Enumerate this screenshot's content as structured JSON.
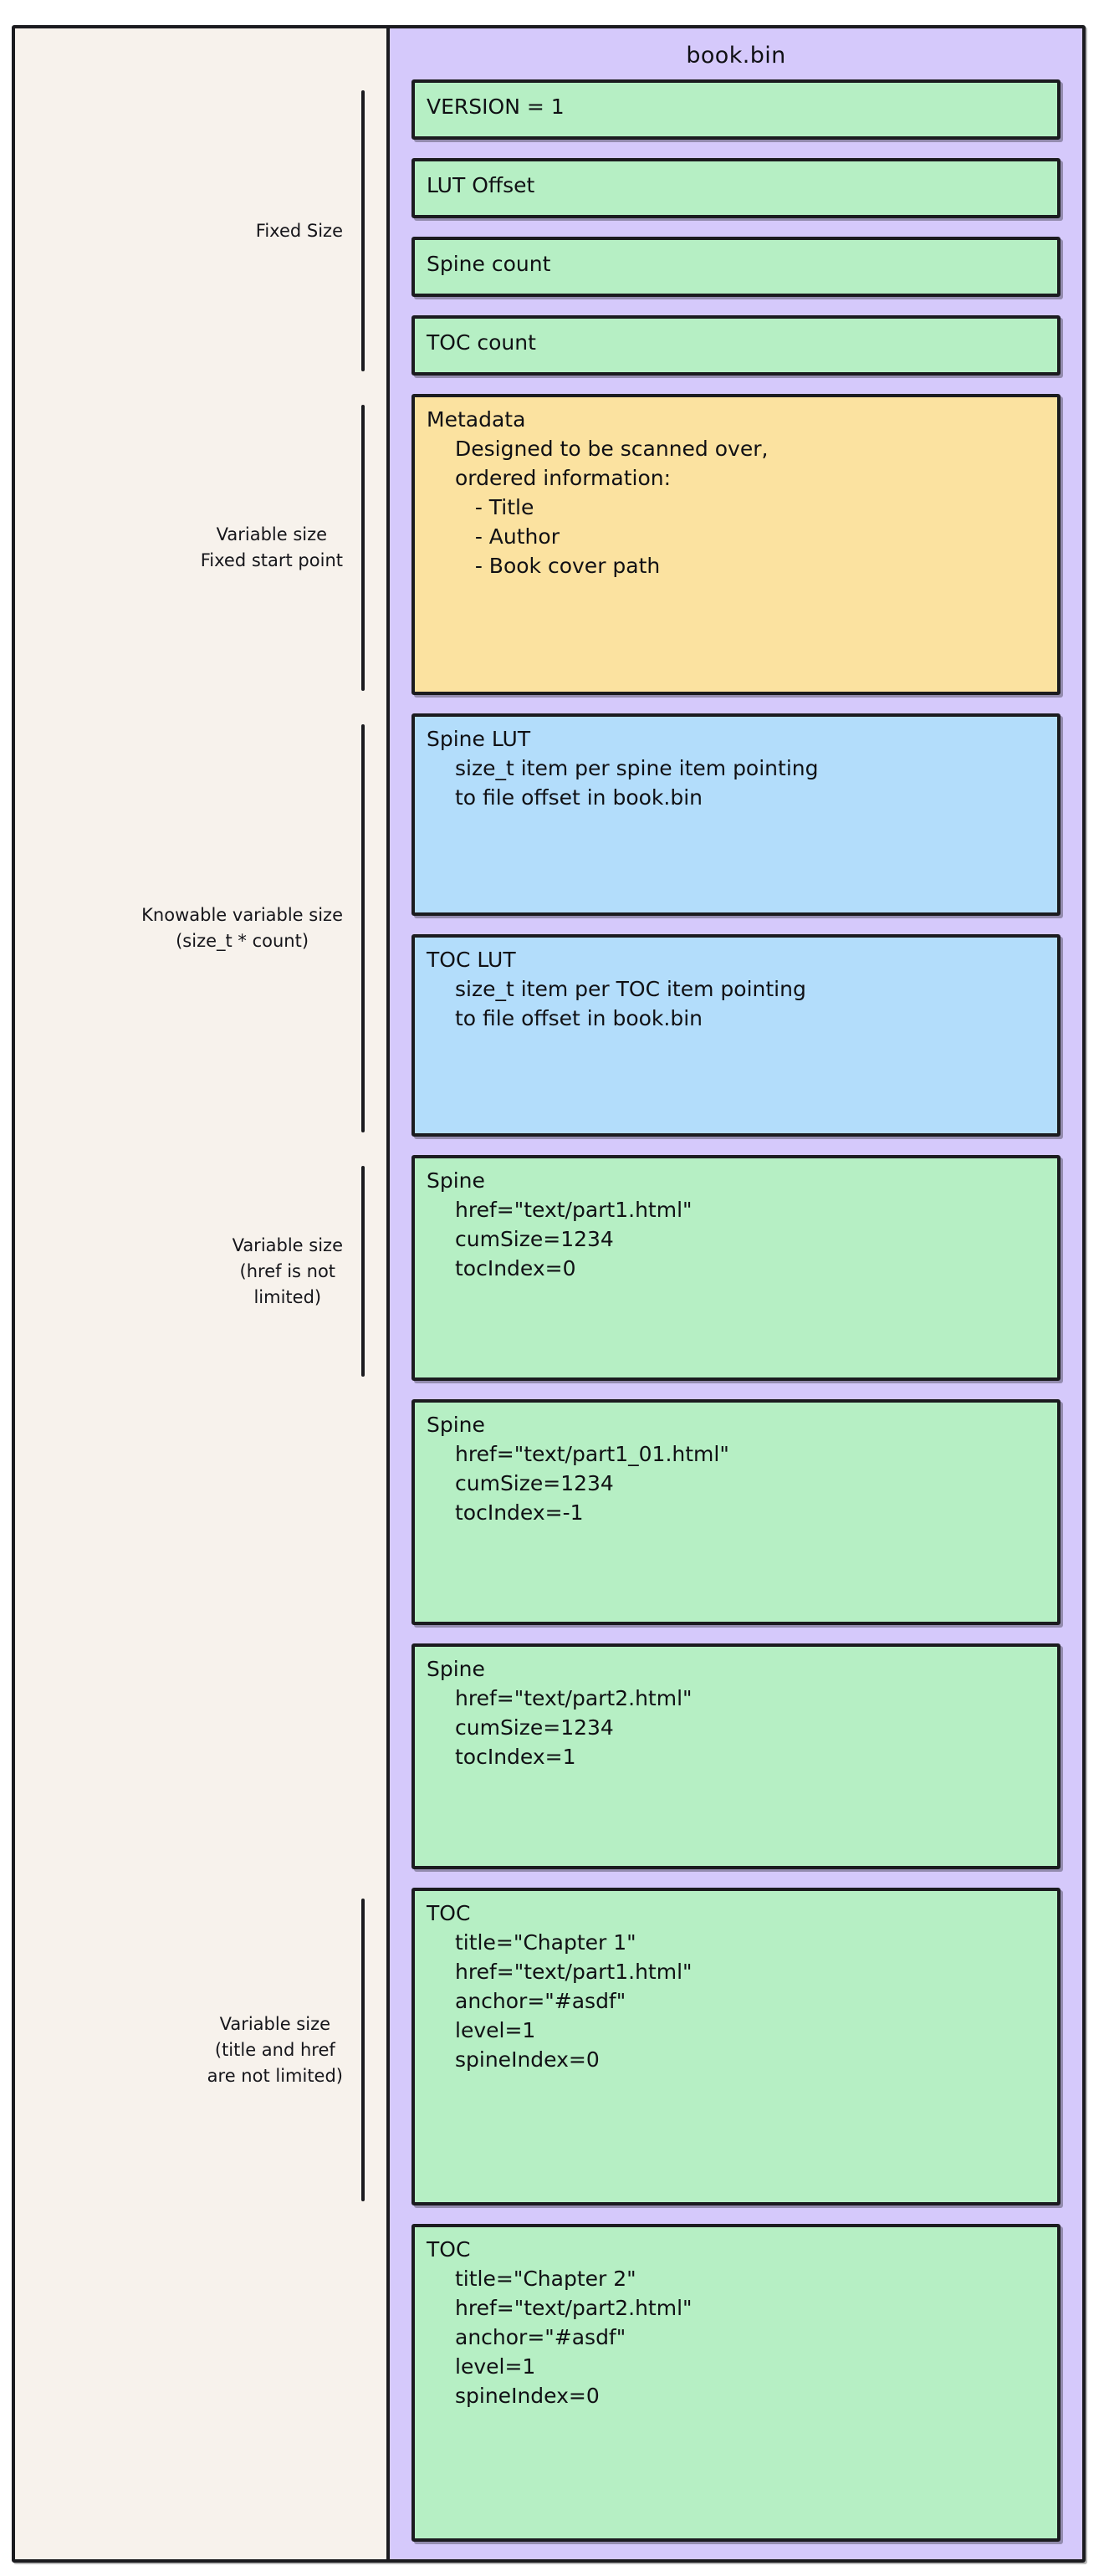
{
  "diagram": {
    "file_title": "book.bin",
    "colors": {
      "canvas": "#ffffff",
      "annotation_background": "#f7f2ec",
      "file_background": "#d5c9fb",
      "stroke": "#1b1b1f",
      "green": "#b6efc4",
      "yellow": "#fbe2a0",
      "blue": "#b3ddfb"
    },
    "annotations": [
      {
        "id": "fixed-size",
        "text": "Fixed Size"
      },
      {
        "id": "variable-size-fixed-start",
        "text": "Variable size\nFixed start point"
      },
      {
        "id": "knowable-variable-size",
        "text": "Knowable variable size\n(size_t * count)"
      },
      {
        "id": "variable-size-href",
        "text": "Variable size\n(href is not\nlimited)"
      },
      {
        "id": "variable-size-title-href",
        "text": "Variable size\n(title and href\nare not limited)"
      }
    ],
    "records": [
      {
        "id": "version",
        "color": "green",
        "head": "VERSION = 1",
        "lines": []
      },
      {
        "id": "lut-offset",
        "color": "green",
        "head": "LUT Offset",
        "lines": []
      },
      {
        "id": "spine-count",
        "color": "green",
        "head": "Spine count",
        "lines": []
      },
      {
        "id": "toc-count",
        "color": "green",
        "head": "TOC count",
        "lines": []
      },
      {
        "id": "metadata",
        "color": "yellow",
        "head": "Metadata",
        "lines": [
          "Designed to be scanned over,",
          "ordered information:",
          "   - Title",
          "   - Author",
          "   - Book cover path"
        ]
      },
      {
        "id": "spine-lut",
        "color": "blue",
        "head": "Spine LUT",
        "lines": [
          "size_t item per spine item pointing",
          "to file offset in book.bin"
        ]
      },
      {
        "id": "toc-lut",
        "color": "blue",
        "head": "TOC LUT",
        "lines": [
          "size_t item per TOC item pointing",
          "to file offset in book.bin"
        ]
      },
      {
        "id": "spine-1",
        "color": "green",
        "head": "Spine",
        "lines": [
          "href=\"text/part1.html\"",
          "cumSize=1234",
          "tocIndex=0"
        ]
      },
      {
        "id": "spine-2",
        "color": "green",
        "head": "Spine",
        "lines": [
          "href=\"text/part1_01.html\"",
          "cumSize=1234",
          "tocIndex=-1"
        ]
      },
      {
        "id": "spine-3",
        "color": "green",
        "head": "Spine",
        "lines": [
          "href=\"text/part2.html\"",
          "cumSize=1234",
          "tocIndex=1"
        ]
      },
      {
        "id": "toc-1",
        "color": "green",
        "head": "TOC",
        "lines": [
          "title=\"Chapter 1\"",
          "href=\"text/part1.html\"",
          "anchor=\"#asdf\"",
          "level=1",
          "spineIndex=0"
        ]
      },
      {
        "id": "toc-2",
        "color": "green",
        "head": "TOC",
        "lines": [
          "title=\"Chapter 2\"",
          "href=\"text/part2.html\"",
          "anchor=\"#asdf\"",
          "level=1",
          "spineIndex=0"
        ]
      }
    ]
  }
}
